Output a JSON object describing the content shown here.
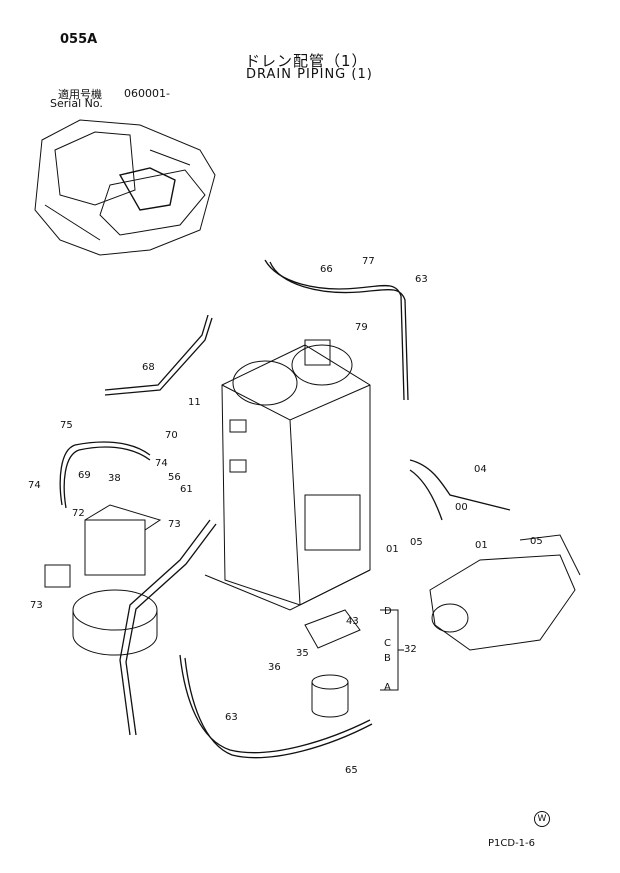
{
  "header": {
    "page_code": "055A",
    "title_jp": "ドレン配管（1）",
    "title_en": "DRAIN PIPING (1)",
    "serial_label_jp": "適用号機",
    "serial_label_en": "Serial No.",
    "serial_number": "060001-"
  },
  "footer": {
    "doc_code": "P1CD-1-6",
    "mark": "W"
  },
  "callouts": [
    "66",
    "77",
    "63",
    "79",
    "68",
    "11",
    "70",
    "75",
    "74",
    "56",
    "69",
    "38",
    "61",
    "74",
    "72",
    "73",
    "73",
    "04",
    "00",
    "01",
    "05",
    "01",
    "05",
    "43",
    "35",
    "36",
    "D",
    "C",
    "B",
    "A",
    "32",
    "63",
    "65"
  ]
}
